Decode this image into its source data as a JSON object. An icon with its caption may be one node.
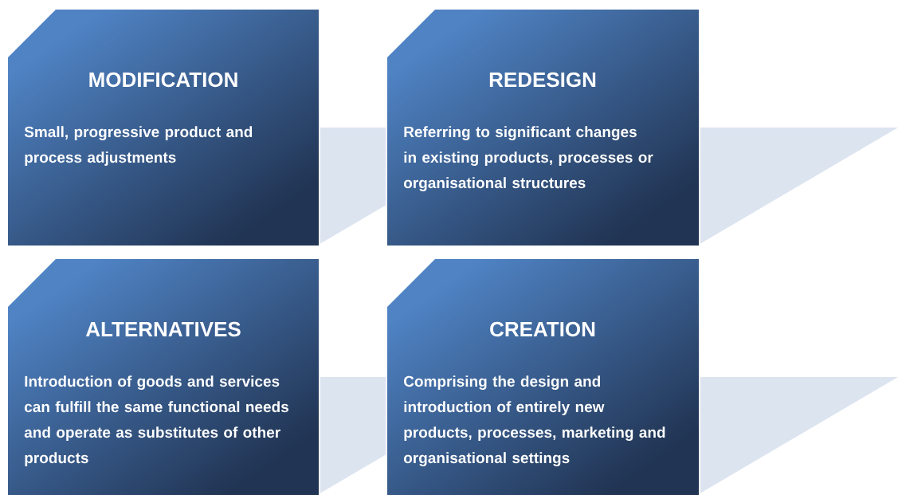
{
  "diagram": {
    "nodes": [
      {
        "text": [
          "MODIFICATION",
          "Small, progressive product and process adjustments"
        ]
      },
      {
        "text": [
          "REDESIGN",
          "Referring to significant changes in existing products, processes or organisational structures"
        ]
      },
      {
        "text": [
          "ALTERNATIVES",
          "Introduction of goods and services can fulfill the same functional needs and operate as substitutes of other products"
        ]
      },
      {
        "text": [
          "CREATION",
          "Comprising the design and introduction of entirely new products, processes, marketing and organisational settings"
        ]
      }
    ]
  }
}
